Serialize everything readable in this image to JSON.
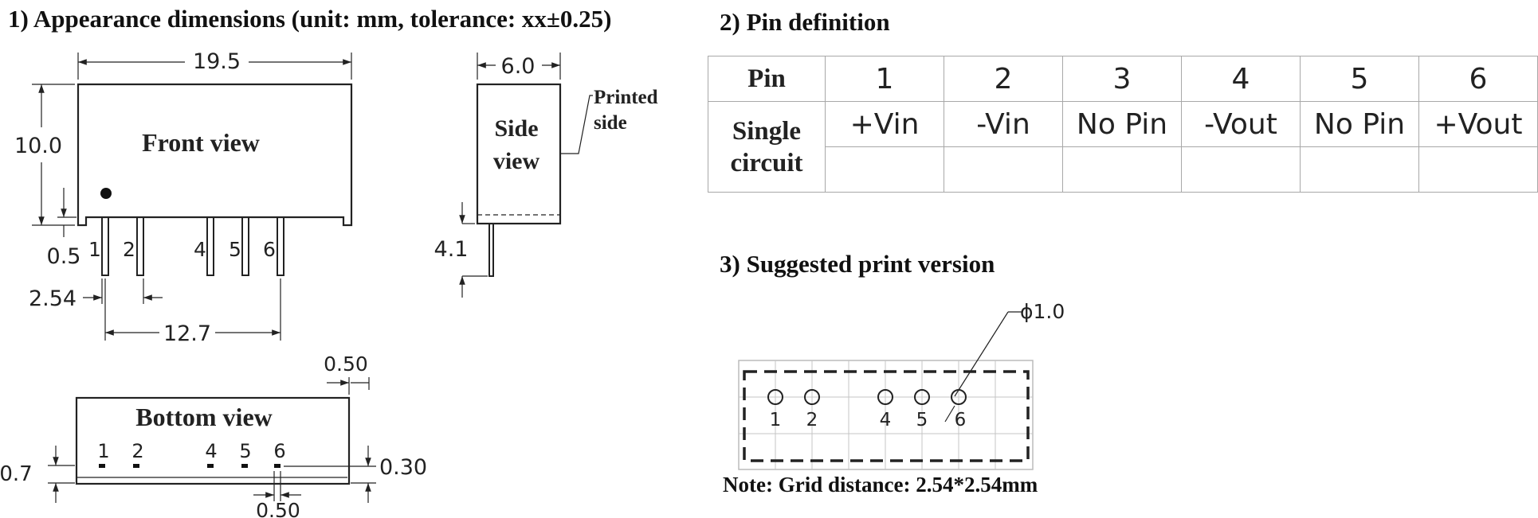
{
  "titles": {
    "appearance": "1) Appearance dimensions (unit: mm, tolerance: xx±0.25)",
    "pin_definition": "2) Pin definition",
    "print_version": "3) Suggested print version"
  },
  "note": "Note: Grid distance: 2.54*2.54mm",
  "front_view": {
    "label": "Front view",
    "width": "19.5",
    "height": "10.0",
    "standoff": "0.5",
    "pin_pitch": "2.54",
    "pin_span": "12.7",
    "pins": [
      "1",
      "2",
      "4",
      "5",
      "6"
    ]
  },
  "side_view": {
    "label_line1": "Side",
    "label_line2": "view",
    "width": "6.0",
    "pin_length": "4.1",
    "printed_line1": "Printed",
    "printed_line2": "side"
  },
  "bottom_view": {
    "label": "Bottom view",
    "edge_top": "0.50",
    "left_dim": "0.7",
    "right_dim": "0.30",
    "bottom_dim": "0.50",
    "pins": [
      "1",
      "2",
      "4",
      "5",
      "6"
    ]
  },
  "pin_table": {
    "header_pin": "Pin",
    "pin_numbers": [
      "1",
      "2",
      "3",
      "4",
      "5",
      "6"
    ],
    "row_label_line1": "Single",
    "row_label_line2": "circuit",
    "functions": [
      "+Vin",
      "-Vin",
      "No Pin",
      "-Vout",
      "No Pin",
      "+Vout"
    ]
  },
  "print_version": {
    "hole_diameter": "ϕ1.0",
    "pins": [
      "1",
      "2",
      "4",
      "5",
      "6"
    ]
  }
}
